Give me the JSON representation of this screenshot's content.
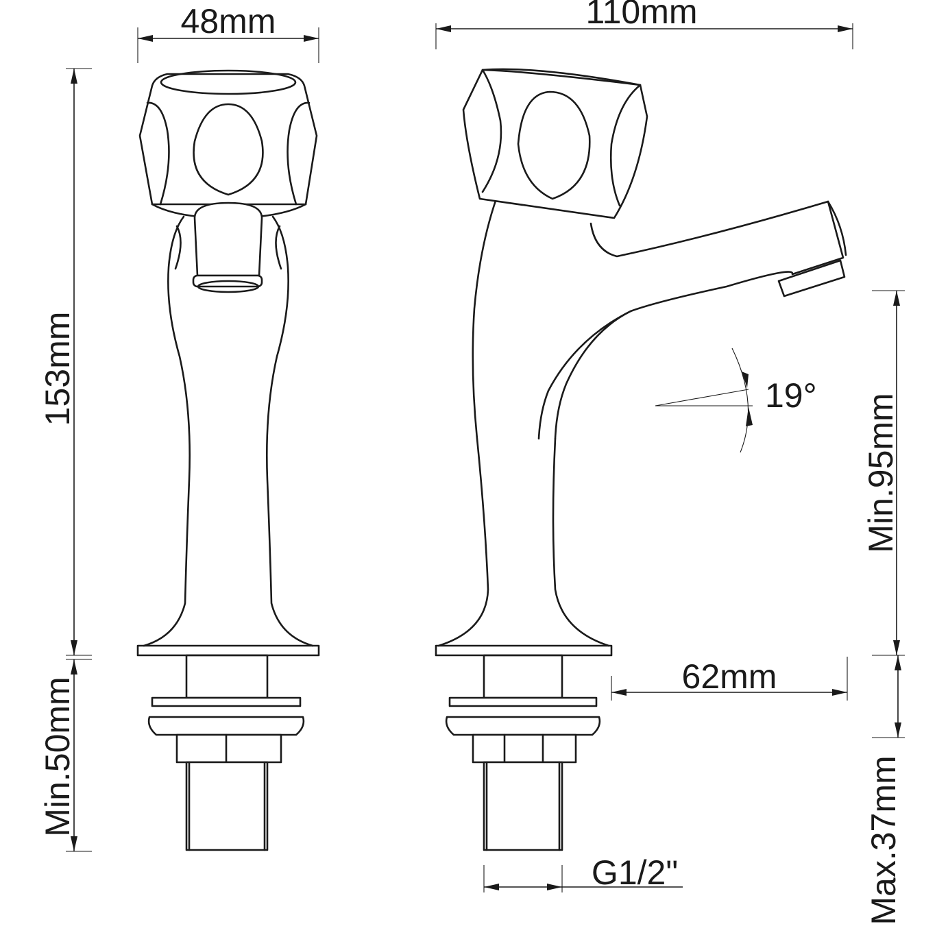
{
  "dimensions": {
    "front_width": "48mm",
    "side_width": "110mm",
    "total_height": "153mm",
    "below_base_min": "Min.50mm",
    "spout_angle": "19°",
    "outlet_height_min": "Min.95mm",
    "spout_reach": "62mm",
    "thread_size": "G1/2\"",
    "deck_thickness_max": "Max.37mm"
  }
}
